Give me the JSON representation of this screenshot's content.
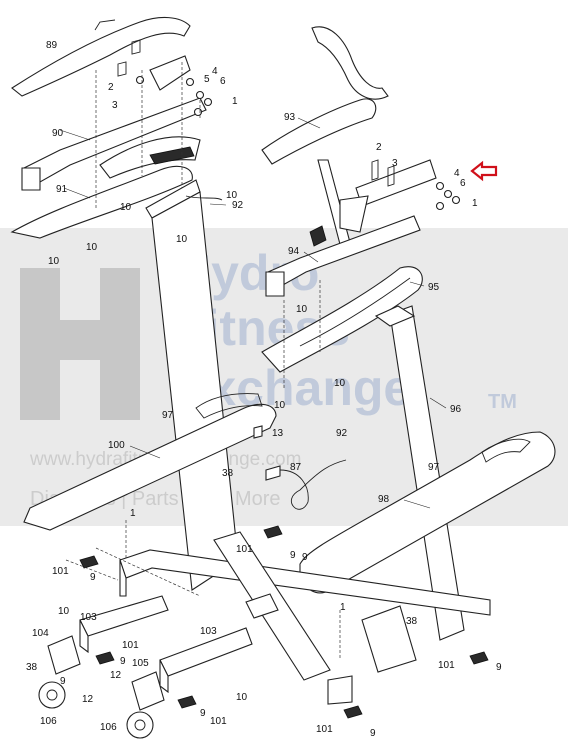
{
  "callouts": [
    {
      "id": "c89",
      "text": "89"
    },
    {
      "id": "c90",
      "text": "90"
    },
    {
      "id": "c91",
      "text": "91"
    },
    {
      "id": "c92a",
      "text": "92"
    },
    {
      "id": "c92b",
      "text": "92"
    },
    {
      "id": "c93",
      "text": "93"
    },
    {
      "id": "c94",
      "text": "94"
    },
    {
      "id": "c95",
      "text": "95"
    },
    {
      "id": "c96",
      "text": "96"
    },
    {
      "id": "c97a",
      "text": "97"
    },
    {
      "id": "c97b",
      "text": "97"
    },
    {
      "id": "c98",
      "text": "98"
    },
    {
      "id": "c100",
      "text": "100"
    },
    {
      "id": "c87",
      "text": "87"
    },
    {
      "id": "c38a",
      "text": "38"
    },
    {
      "id": "c38b",
      "text": "38"
    },
    {
      "id": "c38c",
      "text": "38"
    },
    {
      "id": "c13",
      "text": "13"
    },
    {
      "id": "c101a",
      "text": "101"
    },
    {
      "id": "c101b",
      "text": "101"
    },
    {
      "id": "c101c",
      "text": "101"
    },
    {
      "id": "c101d",
      "text": "101"
    },
    {
      "id": "c101e",
      "text": "101"
    },
    {
      "id": "c101f",
      "text": "101"
    },
    {
      "id": "c103a",
      "text": "103"
    },
    {
      "id": "c103b",
      "text": "103"
    },
    {
      "id": "c104",
      "text": "104"
    },
    {
      "id": "c105",
      "text": "105"
    },
    {
      "id": "c106a",
      "text": "106"
    },
    {
      "id": "c106b",
      "text": "106"
    },
    {
      "id": "c12a",
      "text": "12"
    },
    {
      "id": "c12b",
      "text": "12"
    },
    {
      "id": "c10a",
      "text": "10"
    },
    {
      "id": "c10b",
      "text": "10"
    },
    {
      "id": "c10c",
      "text": "10"
    },
    {
      "id": "c10d",
      "text": "10"
    },
    {
      "id": "c10e",
      "text": "10"
    },
    {
      "id": "c10f",
      "text": "10"
    },
    {
      "id": "c10g",
      "text": "10"
    },
    {
      "id": "c10h",
      "text": "10"
    },
    {
      "id": "c10i",
      "text": "10"
    },
    {
      "id": "c10j",
      "text": "10"
    },
    {
      "id": "c1a",
      "text": "1"
    },
    {
      "id": "c1b",
      "text": "1"
    },
    {
      "id": "c1c",
      "text": "1"
    },
    {
      "id": "c1d",
      "text": "1"
    },
    {
      "id": "c2a",
      "text": "2"
    },
    {
      "id": "c2b",
      "text": "2"
    },
    {
      "id": "c3a",
      "text": "3"
    },
    {
      "id": "c3b",
      "text": "3"
    },
    {
      "id": "c4a",
      "text": "4"
    },
    {
      "id": "c4b",
      "text": "4"
    },
    {
      "id": "c5",
      "text": "5"
    },
    {
      "id": "c6a",
      "text": "6"
    },
    {
      "id": "c6b",
      "text": "6"
    },
    {
      "id": "c9a",
      "text": "9"
    },
    {
      "id": "c9b",
      "text": "9"
    },
    {
      "id": "c9c",
      "text": "9"
    },
    {
      "id": "c9d",
      "text": "9"
    },
    {
      "id": "c9e",
      "text": "9"
    },
    {
      "id": "c9f",
      "text": "9"
    },
    {
      "id": "c9g",
      "text": "9"
    },
    {
      "id": "c9h",
      "text": "9"
    }
  ],
  "watermark": {
    "line1": "Hydro",
    "line2": "Fitness",
    "line3": "Exchange",
    "trademark": "TM",
    "url": "www.hydrafitnessexchange.com",
    "tagline": "Diagrams | Parts | And More"
  },
  "colors": {
    "ink": "#222222",
    "arrow": "#d0101a",
    "watermark_blue": "#b7c3d8",
    "band": "#d9d9d9"
  }
}
